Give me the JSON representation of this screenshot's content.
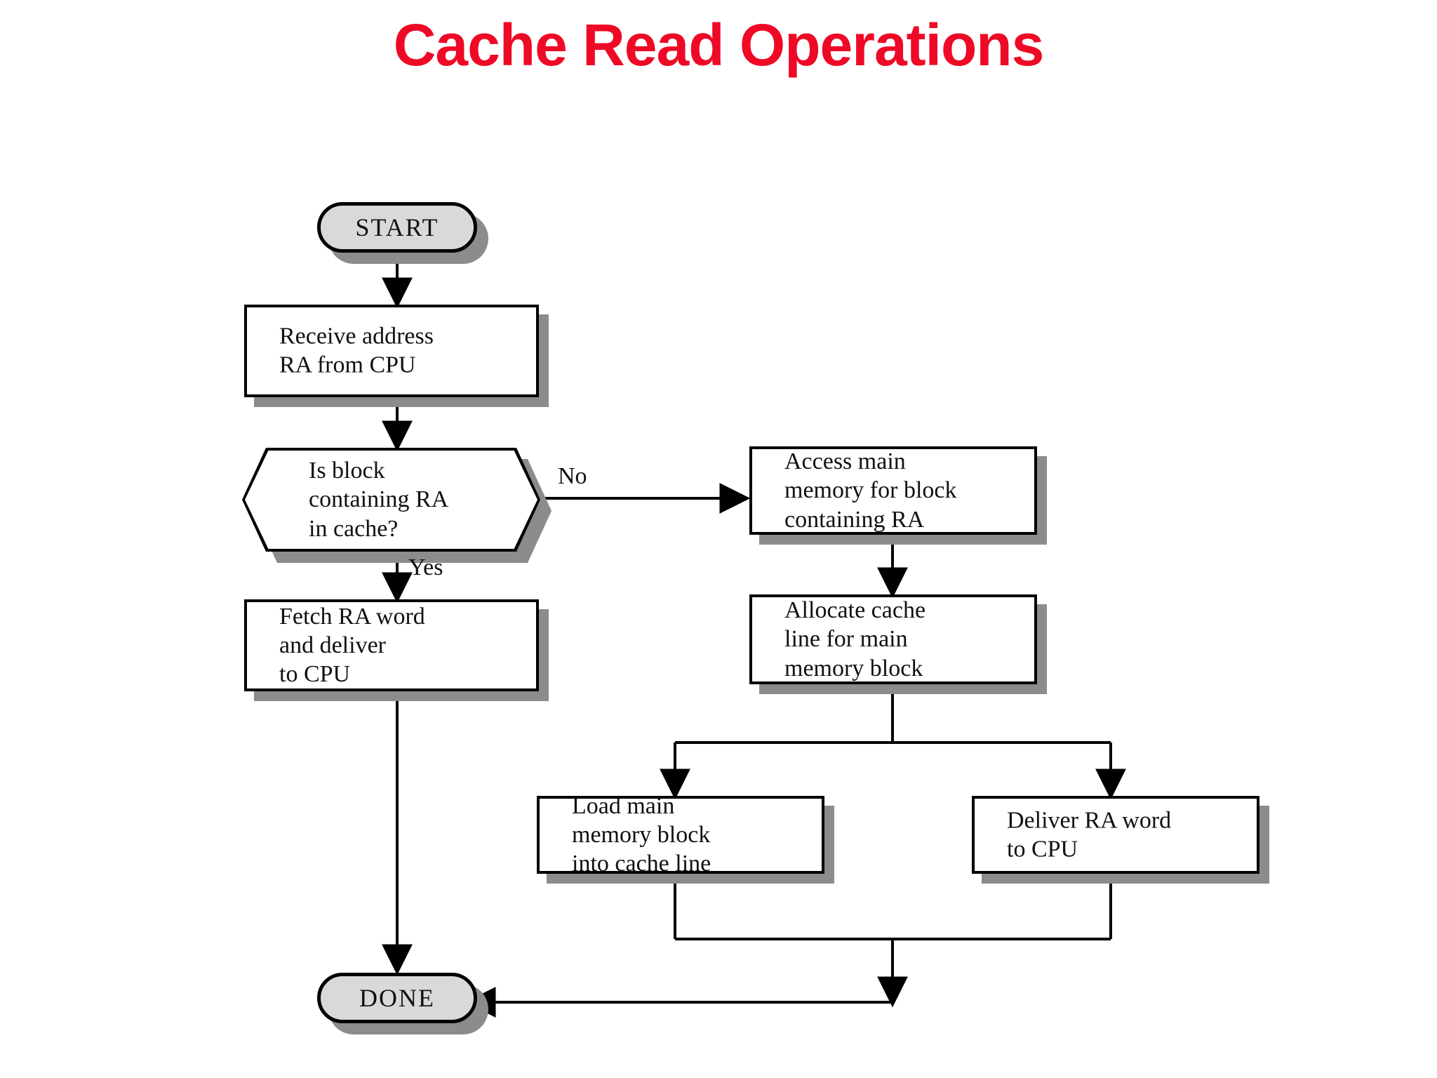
{
  "title": "Cache Read Operations",
  "colors": {
    "title": "#ee0a26",
    "terminator_fill": "#d9d9d9",
    "process_fill": "#ffffff",
    "shadow": "#8c8c8c",
    "stroke": "#000000"
  },
  "flowchart": {
    "type": "flowchart",
    "nodes": [
      {
        "id": "start",
        "shape": "terminator",
        "label": "START"
      },
      {
        "id": "receive",
        "shape": "process",
        "label": "Receive address\nRA from CPU"
      },
      {
        "id": "decision",
        "shape": "hexagon",
        "label": "Is block\ncontaining RA\nin cache?"
      },
      {
        "id": "fetch",
        "shape": "process",
        "label": "Fetch RA word\nand deliver\nto CPU"
      },
      {
        "id": "access",
        "shape": "process",
        "label": "Access main\nmemory for block\ncontaining RA"
      },
      {
        "id": "allocate",
        "shape": "process",
        "label": "Allocate cache\nline for main\nmemory block"
      },
      {
        "id": "load",
        "shape": "process",
        "label": "Load main\nmemory block\ninto cache line"
      },
      {
        "id": "deliver",
        "shape": "process",
        "label": "Deliver RA word\nto CPU"
      },
      {
        "id": "done",
        "shape": "terminator",
        "label": "DONE"
      }
    ],
    "edges": [
      {
        "from": "start",
        "to": "receive",
        "label": ""
      },
      {
        "from": "receive",
        "to": "decision",
        "label": ""
      },
      {
        "from": "decision",
        "to": "fetch",
        "label": "Yes"
      },
      {
        "from": "decision",
        "to": "access",
        "label": "No"
      },
      {
        "from": "access",
        "to": "allocate",
        "label": ""
      },
      {
        "from": "allocate",
        "to": "load",
        "label": ""
      },
      {
        "from": "allocate",
        "to": "deliver",
        "label": ""
      },
      {
        "from": "fetch",
        "to": "done",
        "label": ""
      },
      {
        "from": "load",
        "to": "done",
        "label": ""
      },
      {
        "from": "deliver",
        "to": "done",
        "label": ""
      }
    ],
    "branch_labels": {
      "yes": "Yes",
      "no": "No"
    }
  }
}
